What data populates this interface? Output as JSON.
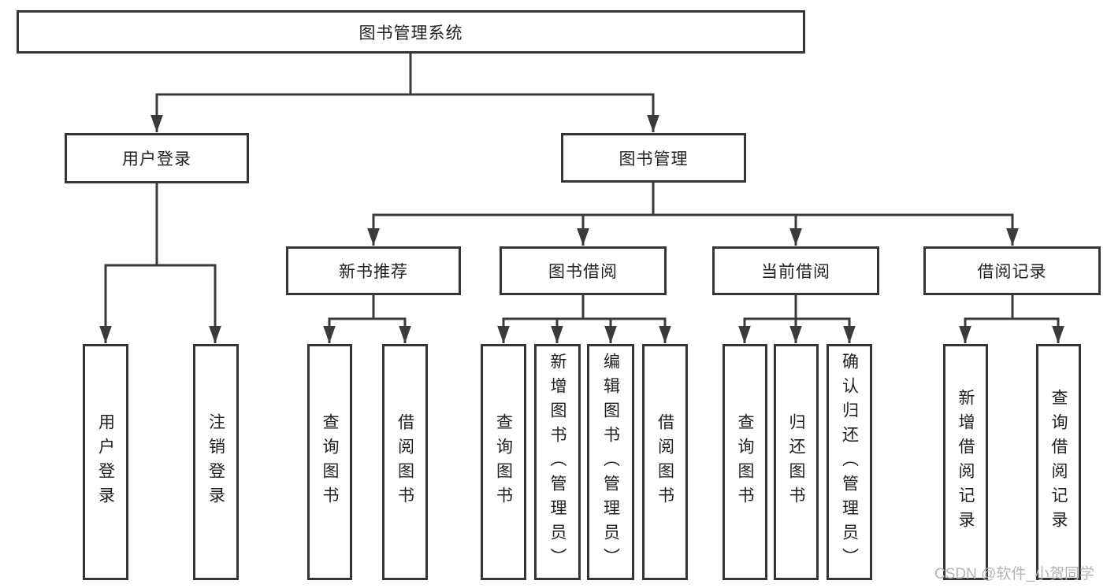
{
  "tree": {
    "root": {
      "label": "图书管理系统"
    },
    "level2": [
      {
        "label": "用户登录",
        "leaves": [
          {
            "label": "用户登录"
          },
          {
            "label": "注销登录"
          }
        ]
      },
      {
        "label": "图书管理",
        "groups": [
          {
            "label": "新书推荐",
            "leaves": [
              {
                "label": "查询图书"
              },
              {
                "label": "借阅图书"
              }
            ]
          },
          {
            "label": "图书借阅",
            "leaves": [
              {
                "label": "查询图书"
              },
              {
                "label": "新增图书（管理员）"
              },
              {
                "label": "编辑图书（管理员）"
              },
              {
                "label": "借阅图书"
              }
            ]
          },
          {
            "label": "当前借阅",
            "leaves": [
              {
                "label": "查询图书"
              },
              {
                "label": "归还图书"
              },
              {
                "label": "确认归还（管理员）"
              }
            ]
          },
          {
            "label": "借阅记录",
            "leaves": [
              {
                "label": "新增借阅记录"
              },
              {
                "label": "查询借阅记录"
              }
            ]
          }
        ]
      }
    ]
  },
  "watermark": {
    "text": "CSDN @软件_小贺同学"
  },
  "colors": {
    "line": "#3a3a3a",
    "border": "#363636",
    "text": "#1f1f1f",
    "background": "#ffffff",
    "watermark": "#b4b4b4"
  }
}
